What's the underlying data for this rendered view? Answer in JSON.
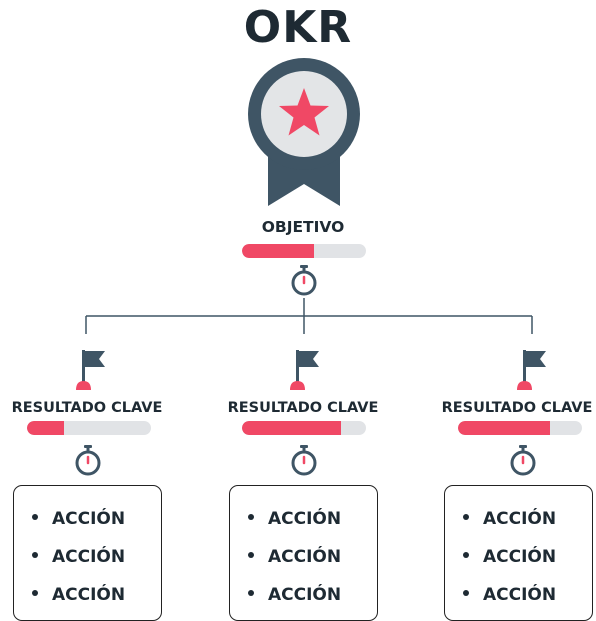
{
  "title": "OKR",
  "colors": {
    "dark": "#3f5565",
    "accent": "#f04865",
    "track": "#e1e3e6",
    "text": "#1e2a33"
  },
  "objective": {
    "label": "OBJETIVO",
    "icon": "medal-star-icon",
    "progress": 0.58,
    "timer_icon": "stopwatch-icon"
  },
  "key_results": [
    {
      "label": "RESULTADO CLAVE",
      "icon": "flag-icon",
      "progress": 0.3,
      "timer_icon": "stopwatch-icon",
      "actions": [
        "ACCIÓN",
        "ACCIÓN",
        "ACCIÓN"
      ]
    },
    {
      "label": "RESULTADO CLAVE",
      "icon": "flag-icon",
      "progress": 0.8,
      "timer_icon": "stopwatch-icon",
      "actions": [
        "ACCIÓN",
        "ACCIÓN",
        "ACCIÓN"
      ]
    },
    {
      "label": "RESULTADO CLAVE",
      "icon": "flag-icon",
      "progress": 0.74,
      "timer_icon": "stopwatch-icon",
      "actions": [
        "ACCIÓN",
        "ACCIÓN",
        "ACCIÓN"
      ]
    }
  ]
}
